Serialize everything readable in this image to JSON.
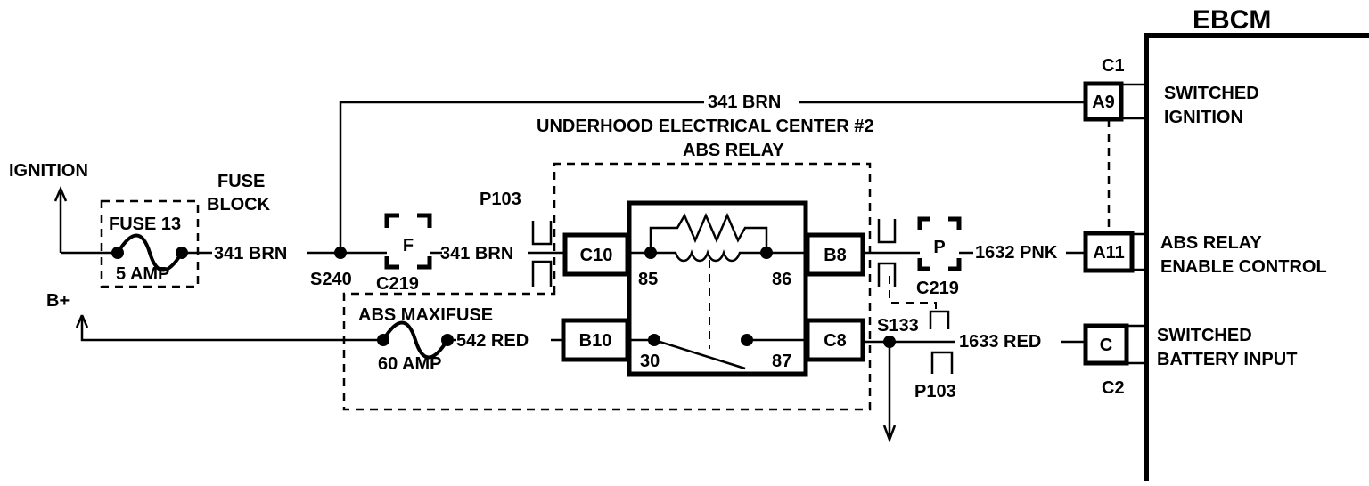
{
  "ebcm": {
    "title": "EBCM",
    "connector_c1": "C1",
    "connector_c2": "C2",
    "pin_a9": "A9",
    "pin_a11": "A11",
    "pin_c": "C",
    "desc_a9_line1": "SWITCHED",
    "desc_a9_line2": "IGNITION",
    "desc_a11_line1": "ABS RELAY",
    "desc_a11_line2": "ENABLE CONTROL",
    "desc_c_line1": "SWITCHED",
    "desc_c_line2": "BATTERY INPUT"
  },
  "power": {
    "ignition": "IGNITION",
    "b_plus": "B+"
  },
  "fuse_block": {
    "line1": "FUSE",
    "line2": "BLOCK",
    "fuse_name": "FUSE 13",
    "fuse_rating": "5 AMP"
  },
  "maxifuse": {
    "name": "ABS MAXIFUSE",
    "rating": "60 AMP"
  },
  "uec": {
    "title": "UNDERHOOD ELECTRICAL CENTER #2",
    "relay_title": "ABS RELAY",
    "term_c10": "C10",
    "term_b8": "B8",
    "term_b10": "B10",
    "term_c8": "C8",
    "pin_85": "85",
    "pin_86": "86",
    "pin_30": "30",
    "pin_87": "87"
  },
  "wires": {
    "w341_top": "341 BRN",
    "w341_fuse": "341 BRN",
    "w341_uec": "341 BRN",
    "w1632": "1632 PNK",
    "w542": "542 RED",
    "w1633": "1633 RED"
  },
  "connectors": {
    "p103_top": "P103",
    "p103_bottom": "P103",
    "c219_left_letter": "F",
    "c219_left": "C219",
    "c219_right_letter": "P",
    "c219_right": "C219",
    "s240": "S240",
    "s133": "S133"
  }
}
